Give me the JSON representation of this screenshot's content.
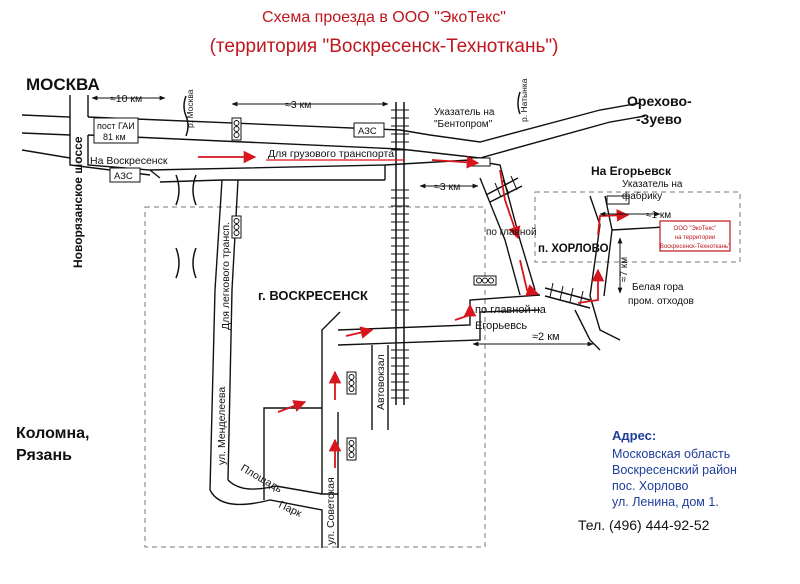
{
  "title": {
    "line1": "Схема проезда в ООО \"ЭкоТекс\"",
    "line2": "(территория \"Воскресенск-Техноткань\")"
  },
  "colors": {
    "title": "#c0161d",
    "route": "#d8141c",
    "road": "#111111",
    "address": "#1f3e9a"
  },
  "places": {
    "moscow": "МОСКВА",
    "orekhovo_1": "Орехово-",
    "orekhovo_2": "-Зуево",
    "kolomna_1": "Коломна,",
    "kolomna_2": "Рязань",
    "voskresensk": "г. ВОСКРЕСЕНСК",
    "khorlovo": "п. ХОРЛОВО",
    "to_egorievsk": "На Егорьевск"
  },
  "roads": {
    "novoryazanskoe": "Новорязанское шоссе",
    "to_voskresensk": "На Воскресенск",
    "trucks": "Для грузового транспорта",
    "cars": "Для легкового трансп.",
    "mendeleeva": "ул. Менделеева",
    "ploshchad": "Площадь",
    "park": "Парк",
    "sovetskaya": "ул. Советская",
    "avtovokzal": "Автовокзал",
    "po_glavnoy": "по главной",
    "po_glavnoy_egorievsk_1": "по главной на",
    "po_glavnoy_egorievsk_2": "Егорьевсь",
    "river_moskva": "р. Москва",
    "river_natynka": "р. Натынка"
  },
  "labels": {
    "post_gai_1": "пост ГАИ",
    "post_gai_2": "81 км",
    "azs": "АЗС",
    "bentoprom_1": "Указатель на",
    "bentoprom_2": "\"Бентопром\"",
    "factory_sign_1": "Указатель на",
    "factory_sign_2": "фабрику",
    "belaya_gora_1": "Белая гора",
    "belaya_gora_2": "пром. отходов",
    "ecotex_1": "ООО \"ЭкоТекс\"",
    "ecotex_2": "на территории",
    "ecotex_3": "Воскресенск-Техноткань\""
  },
  "distances": {
    "d10": "≈10 км",
    "d3a": "≈3 км",
    "d3b": "≈3 км",
    "d1": "≈1 км",
    "d7": "≈7 км",
    "d2": "≈2 км"
  },
  "address": {
    "heading": "Адрес:",
    "line1": "Московская область",
    "line2": "Воскресенский район",
    "line3": "пос. Хорлово",
    "line4": "ул. Ленина, дом 1."
  },
  "phone": "Тел. (496) 444-92-52"
}
